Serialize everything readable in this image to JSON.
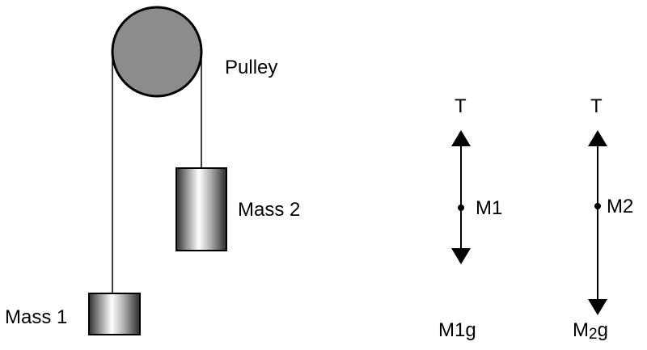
{
  "diagram": {
    "pulley": {
      "label": "Pulley",
      "color": "#8c8c8c"
    },
    "mass1": {
      "label": "Mass 1"
    },
    "mass2": {
      "label": "Mass 2"
    },
    "fbd1": {
      "tension": "T",
      "body": "M1",
      "weight": "M1g"
    },
    "fbd2": {
      "tension": "T",
      "body": "M2",
      "weight_prefix": "M",
      "weight_sub": "2",
      "weight_suffix": "g"
    }
  }
}
